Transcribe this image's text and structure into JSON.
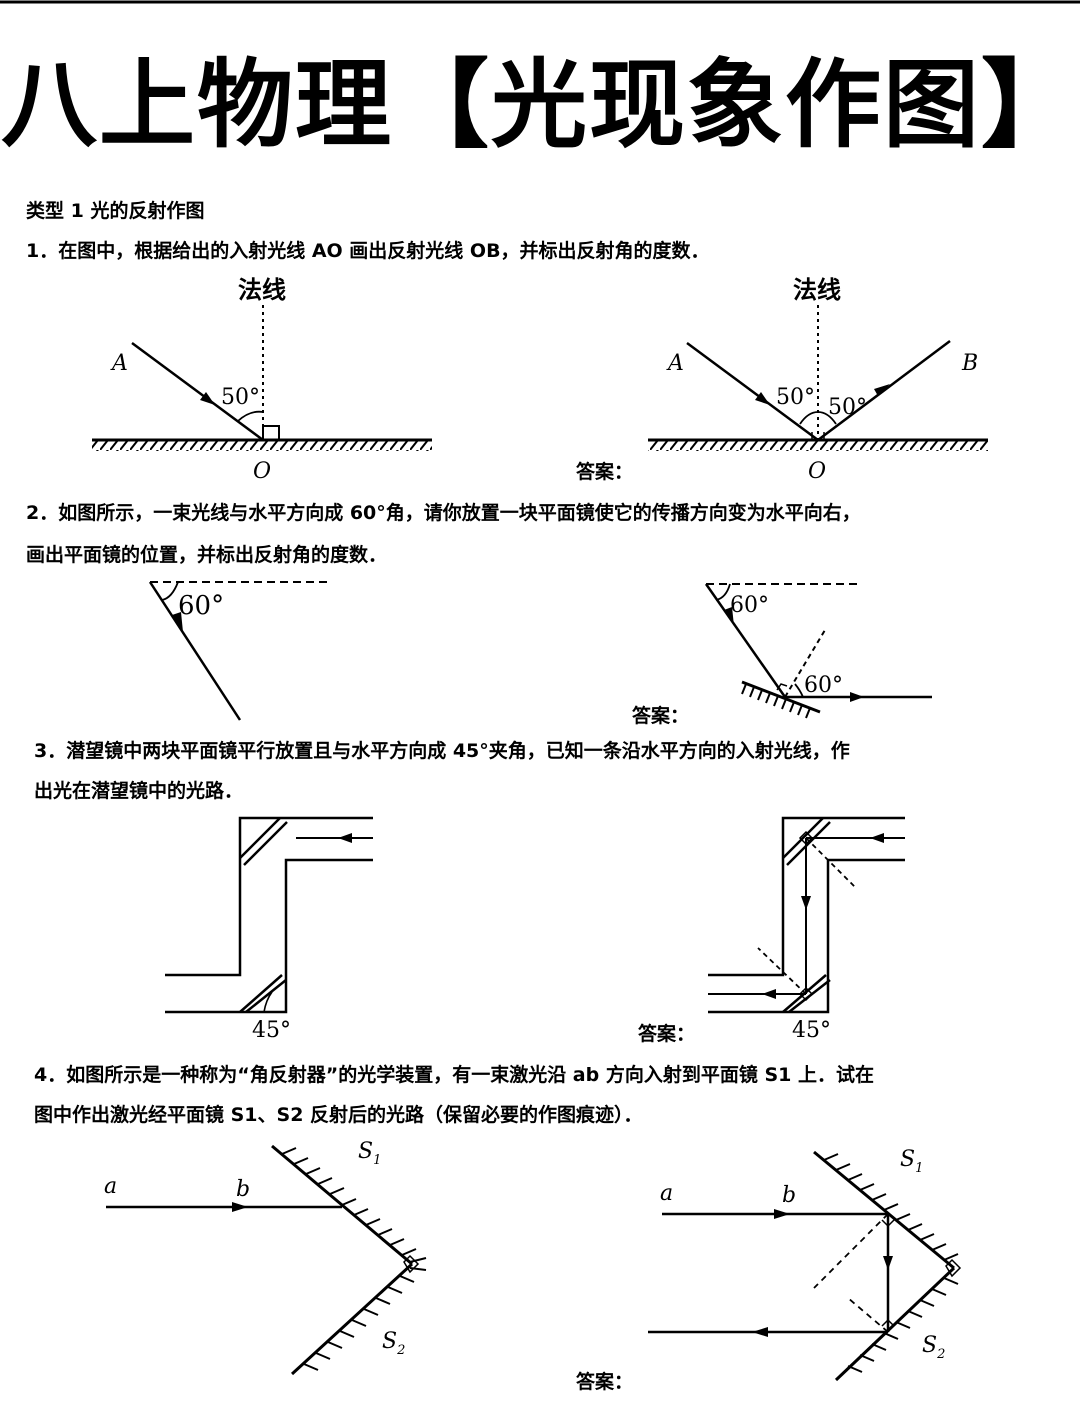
{
  "title": "八上物理【光现象作图】",
  "section": "类型 1  光的反射作图",
  "questions": {
    "q1": "1．在图中，根据给出的入射光线 AO 画出反射光线 OB，并标出反射角的度数．",
    "q2_line1": "2．如图所示，一束光线与水平方向成 60°角，请你放置一块平面镜使它的传播方向变为水平向右，",
    "q2_line2": "画出平面镜的位置，并标出反射角的度数．",
    "q3_line1": "3．潜望镜中两块平面镜平行放置且与水平方向成 45°夹角，已知一条沿水平方向的入射光线，作",
    "q3_line2": "出光在潜望镜中的光路．",
    "q4_line1": "4．如图所示是一种称为“角反射器”的光学装置，有一束激光沿 ab 方向入射到平面镜 S1 上．试在",
    "q4_line2": "图中作出激光经平面镜 S1、S2 反射后的光路（保留必要的作图痕迹）．"
  },
  "labels": {
    "normal": "法线",
    "answer": "答案：",
    "A": "A",
    "B": "B",
    "O": "O",
    "a": "a",
    "b": "b",
    "S1": "S",
    "S2": "S",
    "sub1": "1",
    "sub2": "2",
    "angle50": "50°",
    "angle60": "60°",
    "angle45": "45°"
  }
}
